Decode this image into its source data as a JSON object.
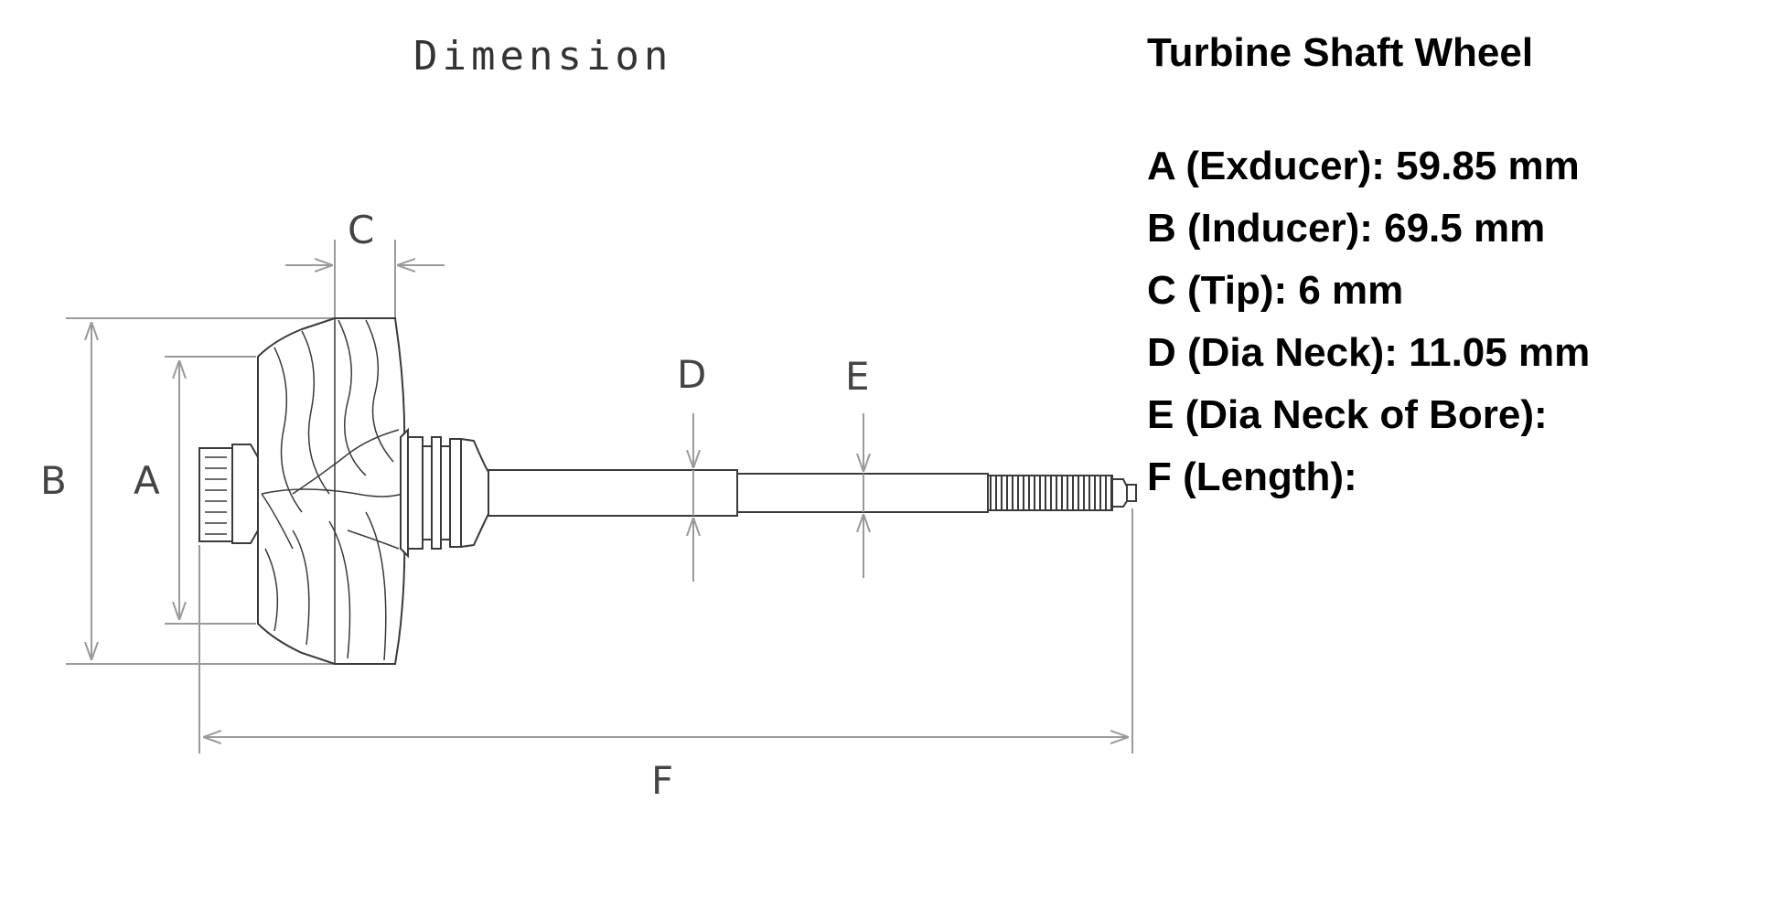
{
  "diagram": {
    "heading": "Dimension",
    "labels": {
      "a": "A",
      "b": "B",
      "c": "C",
      "d": "D",
      "e": "E",
      "f": "F"
    }
  },
  "specs": {
    "title": "Turbine Shaft Wheel",
    "rows": [
      {
        "text": "A (Exducer): 59.85 mm"
      },
      {
        "text": "B (Inducer): 69.5 mm"
      },
      {
        "text": "C (Tip): 6 mm"
      },
      {
        "text": "D (Dia Neck): 11.05 mm"
      },
      {
        "text": "E (Dia Neck of Bore):"
      },
      {
        "text": "F (Length):"
      }
    ]
  }
}
